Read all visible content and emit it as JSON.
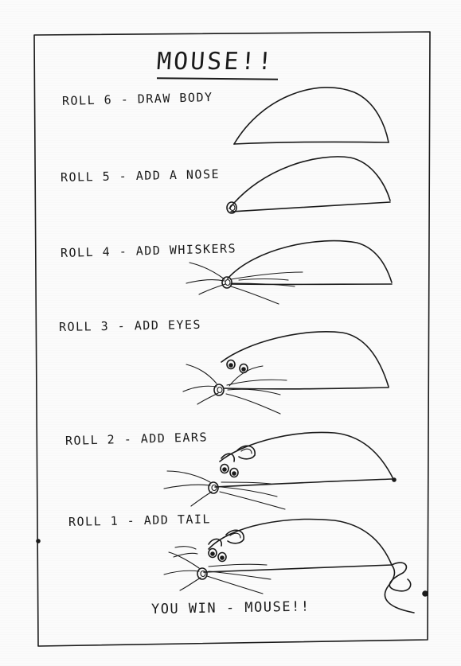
{
  "title": "MOUSE!!",
  "steps": [
    {
      "label": "ROLL 6 - DRAW BODY"
    },
    {
      "label": "ROLL 5 - ADD A NOSE"
    },
    {
      "label": "ROLL 4 - ADD WHISKERS"
    },
    {
      "label": "ROLL 3 - ADD EYES"
    },
    {
      "label": "ROLL 2 - ADD EARS"
    },
    {
      "label": "ROLL 1 - ADD TAIL"
    }
  ],
  "footer": "YOU WIN - MOUSE!!"
}
